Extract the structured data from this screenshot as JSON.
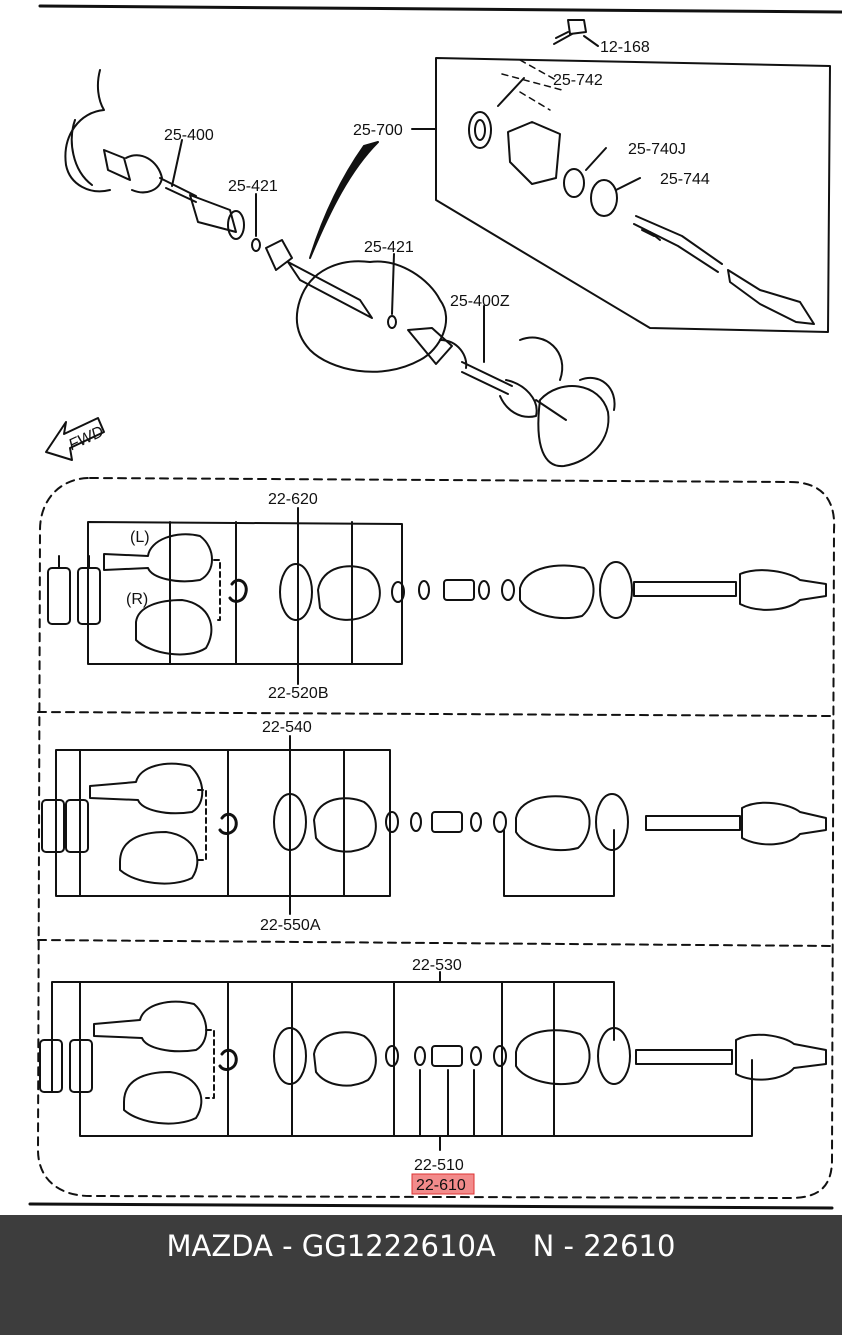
{
  "diagram": {
    "direction_label": "FWD",
    "side_left": "(L)",
    "side_right": "(R)",
    "part_labels": {
      "p12_168": "12-168",
      "p25_742": "25-742",
      "p25_700": "25-700",
      "p25_740j": "25-740J",
      "p25_744": "25-744",
      "p25_400": "25-400",
      "p25_421_a": "25-421",
      "p25_421_b": "25-421",
      "p25_400z": "25-400Z",
      "p22_620": "22-620",
      "p22_520b": "22-520B",
      "p22_540": "22-540",
      "p22_550a": "22-550A",
      "p22_530": "22-530",
      "p22_510": "22-510",
      "p22_610": "22-610"
    },
    "highlight_color": "#f28b8b"
  },
  "footer": {
    "text": "MAZDA - GG1222610A    N - 22610"
  }
}
